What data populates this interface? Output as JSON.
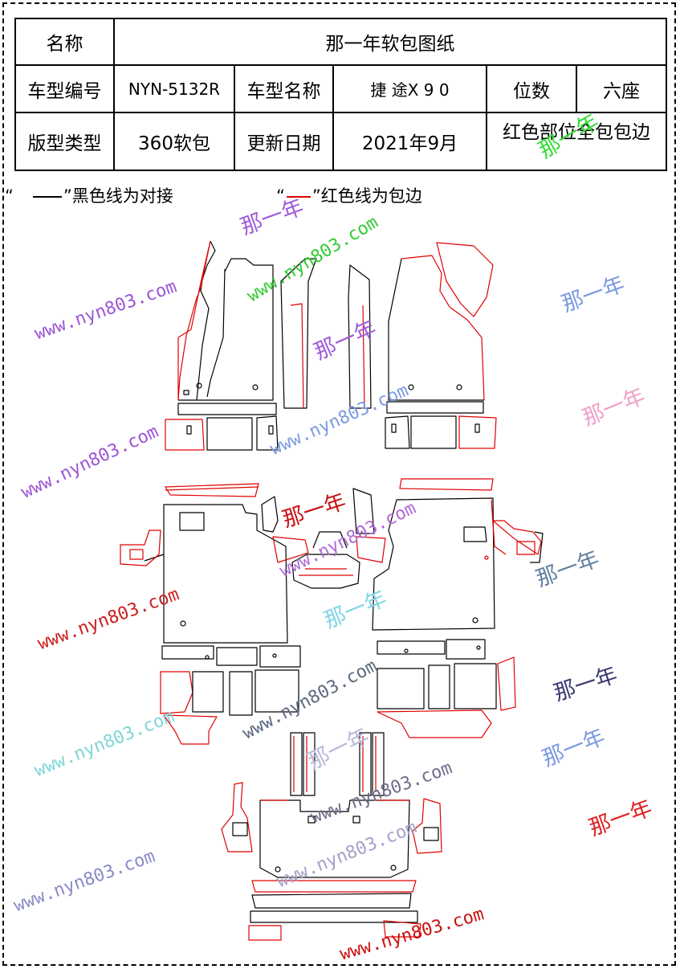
{
  "table": {
    "name_label": "名称",
    "name_value": "那一年软包图纸",
    "model_code_label": "车型编号",
    "model_code_value": "NYN-5132R",
    "model_name_label": "车型名称",
    "model_name_value": "捷 途X 9 0",
    "seats_label": "位数",
    "seats_value": "六座",
    "pattern_type_label": "版型类型",
    "pattern_type_value": "360软包",
    "update_date_label": "更新日期",
    "update_date_value": "2021年9月",
    "red_note": "红色部位全包包边"
  },
  "legend": {
    "black_open": "“",
    "black_text": "”黑色线为对接",
    "red_open": "“",
    "red_text": "”红色线为包边"
  },
  "watermarks": {
    "url": "www.nyn803.com",
    "brand": "那一年"
  },
  "colors": {
    "black_line": "#000000",
    "red_line": "#e00000"
  }
}
